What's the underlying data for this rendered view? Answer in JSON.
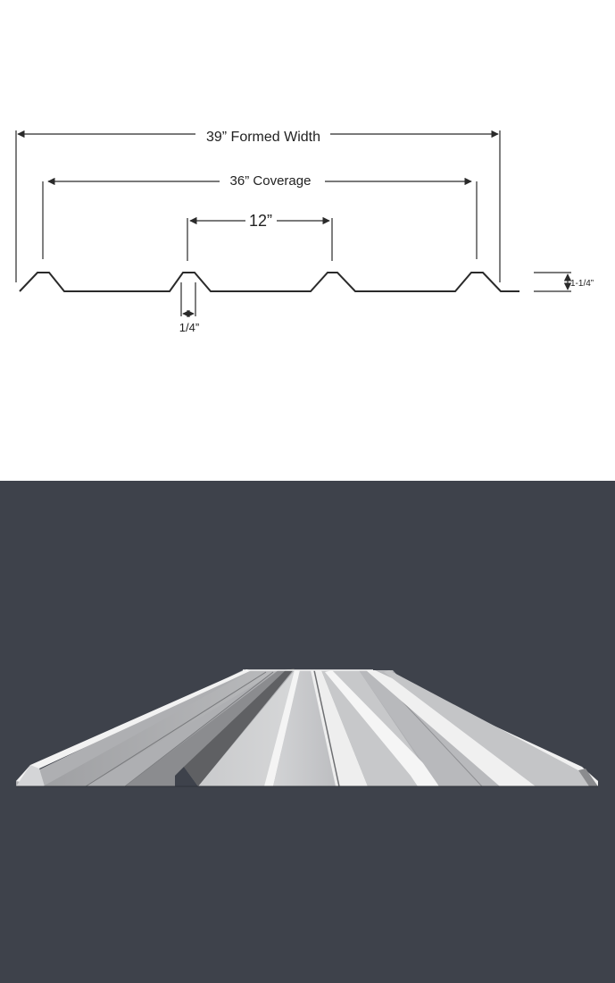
{
  "diagram": {
    "formed_width_label": "39” Formed Width",
    "coverage_label": "36” Coverage",
    "rib_spacing_label": "12”",
    "rib_top_label": "1/4”",
    "rib_height_label": "1-1/4”"
  },
  "colors": {
    "diagram_background": "#ffffff",
    "line": "#2a2a2a",
    "render_background": "#3e424b",
    "panel_light": "#e6e6e6",
    "panel_mid": "#bfc0c2",
    "panel_dark": "#8e8f92"
  }
}
